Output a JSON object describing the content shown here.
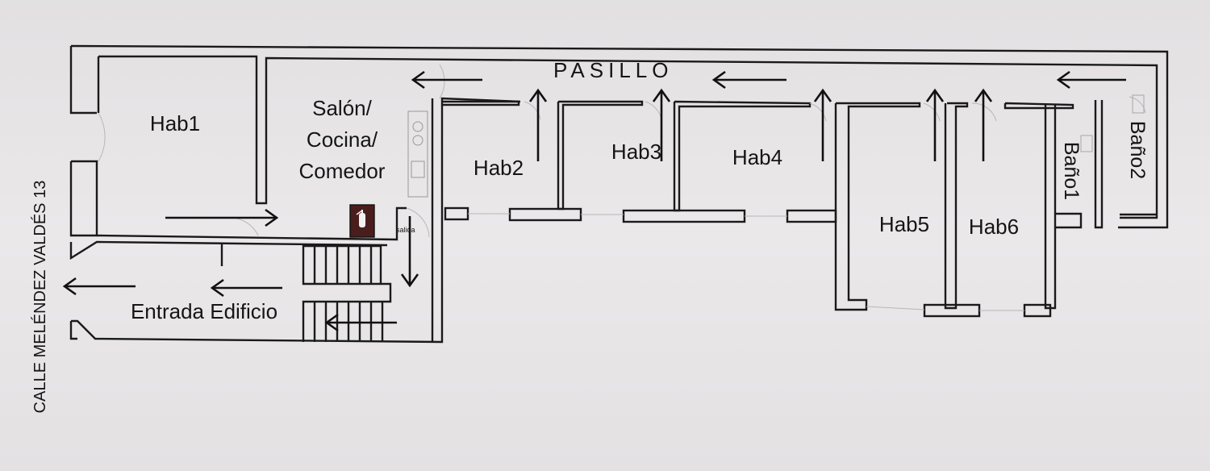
{
  "plan": {
    "street": "CALLE MELÉNDEZ VALDÉS 13",
    "corridor": "PASILLO",
    "exit_sign": "salida",
    "entrance": "Entrada Edificio",
    "rooms": {
      "hab1": "Hab1",
      "salon_1": "Salón/",
      "salon_2": "Cocina/",
      "salon_3": "Comedor",
      "hab2": "Hab2",
      "hab3": "Hab3",
      "hab4": "Hab4",
      "hab5": "Hab5",
      "hab6": "Hab6",
      "bano1": "Baño1",
      "bano2": "Baño2"
    },
    "icons": {
      "extinguisher": "fire-extinguisher-icon",
      "arrows": "evacuation-arrow-icon"
    },
    "colors": {
      "paper": "#e7e4e6",
      "ink": "#1a1a1a",
      "extinguisher_bg": "#4a1d1d"
    }
  }
}
